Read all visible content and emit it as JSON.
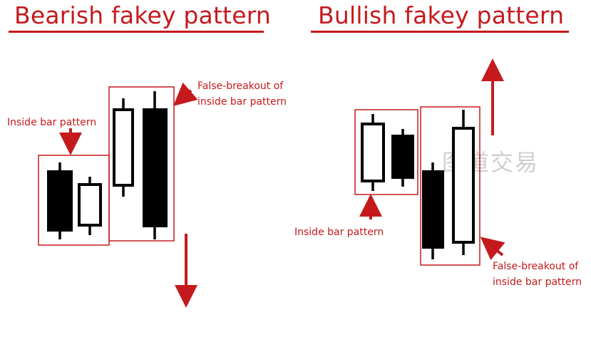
{
  "colors": {
    "accent": "#c41a1e",
    "bullish_body": "#ffffff",
    "bearish_body": "#000000"
  },
  "bearish": {
    "title": "Bearish fakey pattern",
    "inside_bar_label": "Inside bar pattern",
    "breakout_label_line1": "False-breakout of",
    "breakout_label_line2": "inside bar pattern"
  },
  "bullish": {
    "title": "Bullish fakey pattern",
    "inside_bar_label": "Inside bar pattern",
    "breakout_label_line1": "False-breakout of",
    "breakout_label_line2": "inside bar pattern"
  },
  "watermark": "图道交易"
}
